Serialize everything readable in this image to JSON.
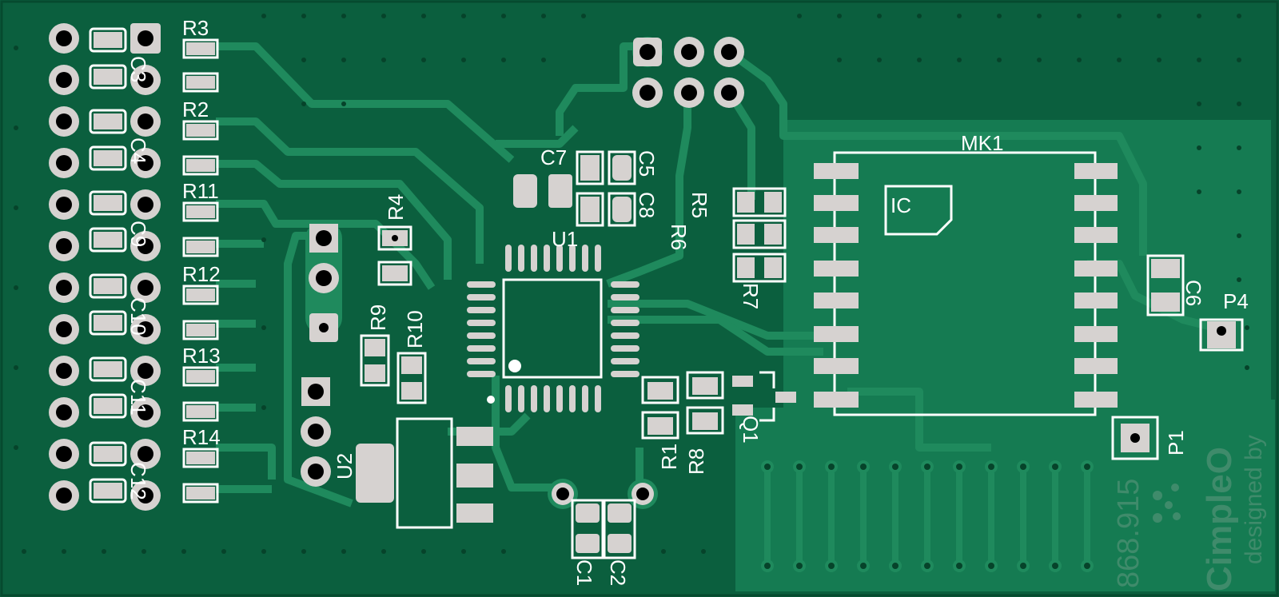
{
  "board": {
    "bg": "#0b5f3e",
    "copper": "#137a52",
    "trace": "#1f8a5d",
    "silk": "#ffffff",
    "pad": "#d6d2d0"
  },
  "labels": {
    "R3": "R3",
    "R2": "R2",
    "R11": "R11",
    "R12": "R12",
    "R13": "R13",
    "R14": "R14",
    "C3": "C3",
    "C4": "C4",
    "C9": "C9",
    "C10": "C10",
    "C11": "C11",
    "C12": "C12",
    "R4": "R4",
    "R9": "R9",
    "R10": "R10",
    "U2": "U2",
    "U1": "U1",
    "C7": "C7",
    "C5": "C5",
    "C8": "C8",
    "R5": "R5",
    "R6": "R6",
    "R7": "R7",
    "MK1": "MK1",
    "IC": "IC",
    "C6": "C6",
    "P4": "P4",
    "P1": "P1",
    "R1": "R1",
    "R8": "R8",
    "Q1": "Q1",
    "C1": "C1",
    "C2": "C2"
  },
  "branding": {
    "frequency": "868.915",
    "logo": "CimpleO",
    "designed_by": "designed by"
  },
  "icons": {
    "board_icon": "pcb-layout-icon",
    "logo_icon": "cimpleo-logo-icon"
  }
}
